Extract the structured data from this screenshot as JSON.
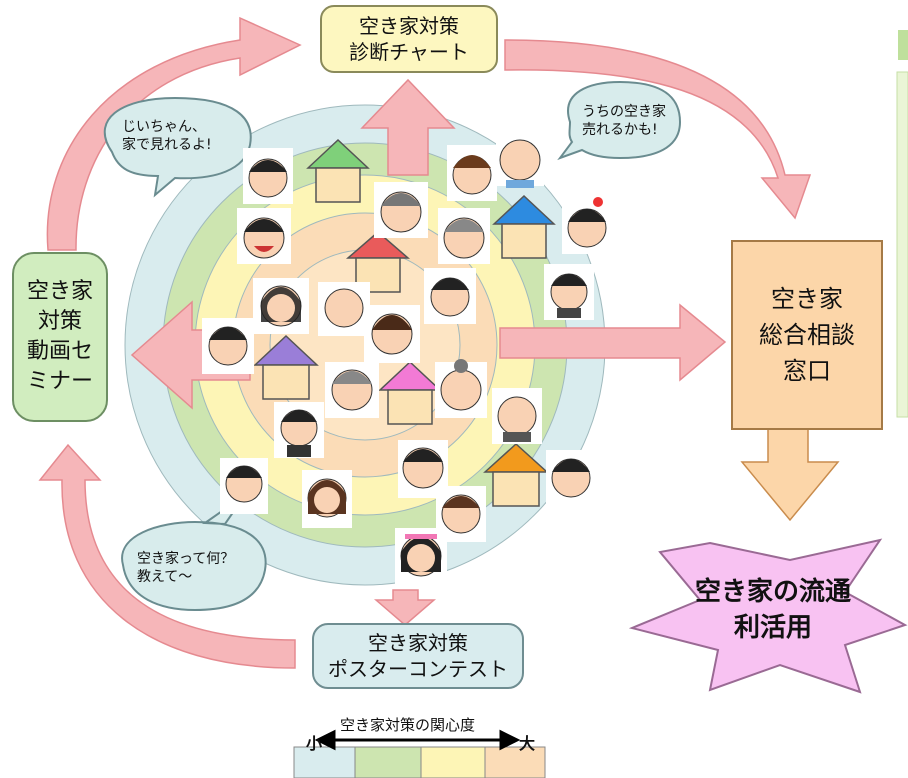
{
  "nodes": {
    "top": "空き家対策\n診断チャート",
    "left": "空き家\n対策\n動画セ\nミナー",
    "right": "空き家\n総合相談\n窓口",
    "bottom": "空き家対策\nポスターコンテスト",
    "outcome": "空き家の流通\n利活用"
  },
  "bubbles": {
    "top_left": "じいちゃん、\n家で見れるよ!",
    "top_right": "うちの空き家\n売れるかも!",
    "bottom_left": "空き家って何？\n教えて〜"
  },
  "legend": {
    "title": "空き家対策の関心度",
    "low": "小",
    "high": "大"
  },
  "colors": {
    "ring1": "#d9ecee",
    "ring2": "#cde5b0",
    "ring3": "#fdf5b6",
    "ring4": "#fbdcb7",
    "arrow_pink": "#f6b6b9",
    "node_top": "#fdf7c0",
    "node_left": "#d1edbf",
    "node_right": "#fcd6a9",
    "node_bottom": "#d9ecee",
    "outcome": "#f8c2f2",
    "side_panel": "#eaf5d6"
  }
}
